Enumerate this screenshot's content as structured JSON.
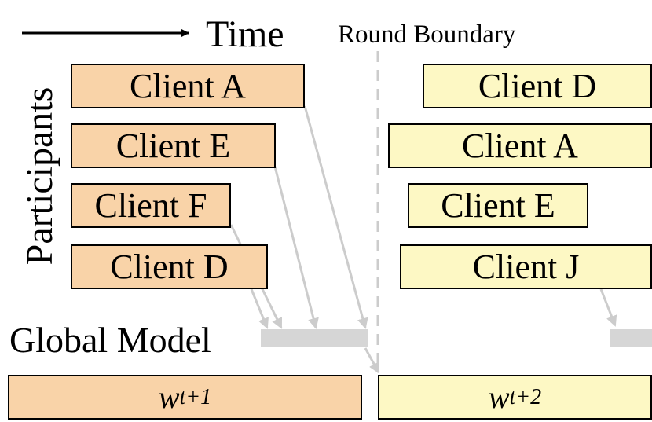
{
  "time_label": "Time",
  "round_boundary_label": "Round Boundary",
  "participants_label": "Participants",
  "global_model_label": "Global Model",
  "round1": {
    "clients": [
      "Client A",
      "Client E",
      "Client F",
      "Client D"
    ],
    "weight": {
      "base": "w",
      "sub": "t+1"
    }
  },
  "round2": {
    "clients": [
      "Client D",
      "Client A",
      "Client E",
      "Client J"
    ],
    "weight": {
      "base": "w",
      "sub": "t+2"
    }
  },
  "colors": {
    "round1_fill": "#f9d3a8",
    "round2_fill": "#fdf8c4",
    "arrow": "#cccccc",
    "global_model_bar": "#d6d6d6",
    "boundary_line": "#cccccc"
  }
}
